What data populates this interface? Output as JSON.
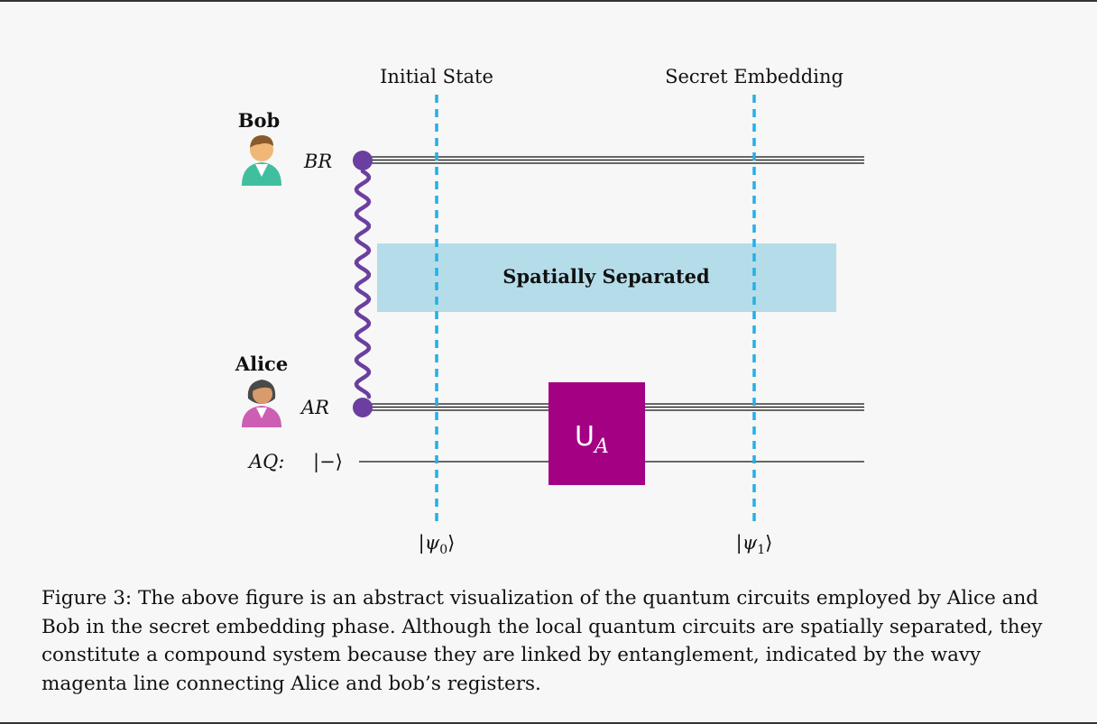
{
  "figure": {
    "phase_labels": {
      "initial": "Initial State",
      "secret": "Secret Embedding"
    },
    "parties": {
      "bob": {
        "name": "Bob",
        "register": "BR"
      },
      "alice": {
        "name": "Alice",
        "register": "AR"
      }
    },
    "qubit": {
      "label": "AQ:",
      "state": "|−⟩"
    },
    "separation_label": "Spatially Separated",
    "gate": {
      "base": "U",
      "subscript": "A"
    },
    "states": {
      "psi0": {
        "base": "|ψ",
        "sub": "0",
        "close": "⟩"
      },
      "psi1": {
        "base": "|ψ",
        "sub": "1",
        "close": "⟩"
      }
    },
    "colors": {
      "dashed_line": "#27aee6",
      "entanglement": "#6b3fa0",
      "separation_box": "#b5dde9",
      "gate": "#a30084",
      "bob_shirt": "#3fbf9e",
      "alice_shirt": "#cc5fb4"
    }
  },
  "caption": {
    "text": "Figure 3: The above figure is an abstract visualization of the quantum circuits employed by Alice and Bob in the secret embedding phase. Although the local quantum circuits are spatially separated, they constitute a compound system because they are linked by entanglement, indicated by the wavy magenta line connecting Alice and bob’s registers."
  }
}
